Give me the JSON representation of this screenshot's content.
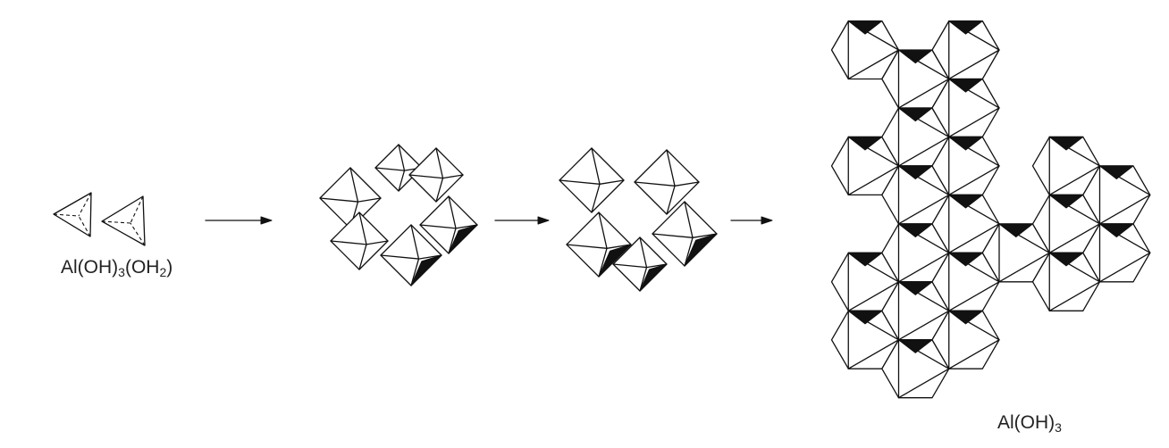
{
  "labels": {
    "monomer": [
      "Al(OH)",
      "3",
      "(OH",
      "2",
      ")"
    ],
    "product": [
      "Al(OH)",
      "3"
    ]
  },
  "diagram": {
    "steps": [
      "monomer-tetrahedra",
      "octahedral-aggregate",
      "octahedral-ring",
      "gibbsite-sheet"
    ],
    "arrows": 3
  },
  "colors": {
    "ink": "#111111",
    "background": "#ffffff"
  }
}
